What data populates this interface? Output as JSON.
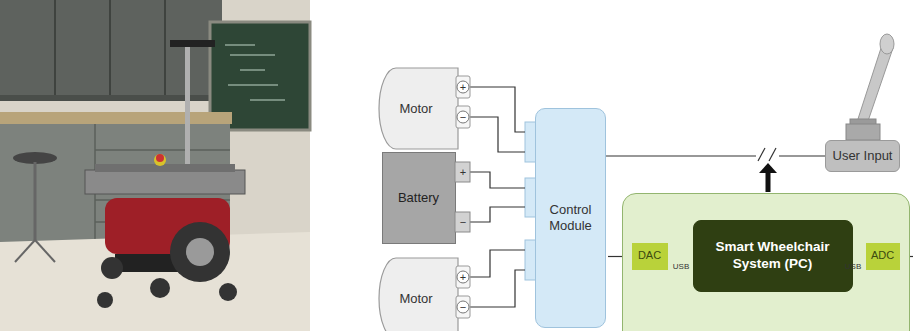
{
  "diagram": {
    "nodes": [
      {
        "text": [
          "Motor"
        ]
      },
      {
        "text": [
          "Battery"
        ]
      },
      {
        "text": [
          "Motor"
        ]
      },
      {
        "text": [
          "Control Module"
        ]
      },
      {
        "text": [
          "User Input"
        ]
      },
      {
        "text": []
      },
      {
        "text": [
          "DAC"
        ],
        "in": 5
      },
      {
        "text": [
          "Smart Wheelchair System (PC)"
        ],
        "in": 5
      },
      {
        "text": [
          "ADC"
        ],
        "in": 5
      }
    ],
    "edges": [
      {
        "from": 0,
        "to": 3,
        "arrow": "none"
      },
      {
        "from": 0,
        "to": 3,
        "arrow": "none"
      },
      {
        "from": 1,
        "to": 3,
        "arrow": "none"
      },
      {
        "from": 1,
        "to": 3,
        "arrow": "none"
      },
      {
        "from": 2,
        "to": 3,
        "arrow": "none"
      },
      {
        "from": 2,
        "to": 3,
        "arrow": "none"
      },
      {
        "from": 3,
        "to": 4,
        "arrow": "none"
      },
      {
        "from": 6,
        "to": 7,
        "arrow": "none"
      },
      {
        "from": 7,
        "to": 8,
        "arrow": "none"
      }
    ],
    "labels": [
      "+",
      "−",
      "+",
      "−",
      "+",
      "−",
      "USB",
      "USB"
    ]
  }
}
